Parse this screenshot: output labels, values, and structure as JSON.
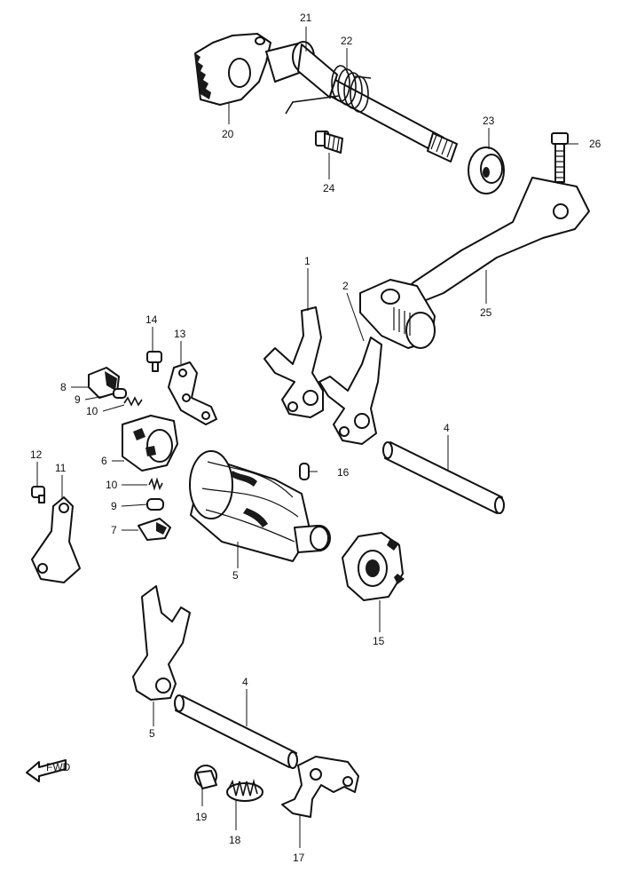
{
  "callouts": [
    "1",
    "2",
    "4",
    "4",
    "5",
    "5",
    "6",
    "7",
    "8",
    "9",
    "9",
    "10",
    "10",
    "11",
    "12",
    "13",
    "14",
    "15",
    "16",
    "17",
    "18",
    "19",
    "20",
    "21",
    "22",
    "23",
    "24",
    "25",
    "26"
  ],
  "front_label": "FWD"
}
